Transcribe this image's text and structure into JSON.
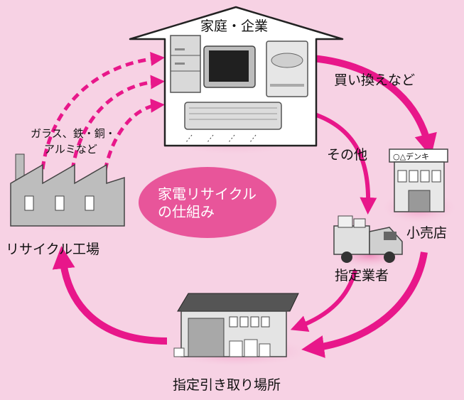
{
  "diagram": {
    "title": "家電リサイクルの仕組み",
    "title_line1": "家電リサイクル",
    "title_line2": "の仕組み",
    "nodes": {
      "home": "家庭・企業",
      "retailer": "小売店",
      "designated_trader": "指定業者",
      "collection_site": "指定引き取り場所",
      "recycling_plant": "リサイクル工場"
    },
    "edge_labels": {
      "replacement": "買い換えなど",
      "other": "その他",
      "materials_line1": "ガラス、鉄・銅・",
      "materials_line2": "アルミなど"
    },
    "store_sign": "○△デンキ"
  },
  "colors": {
    "background": "#f7d2e4",
    "arrow": "#e8178a",
    "center_bubble": "#e8559a",
    "glow": "#f3a9cc"
  }
}
